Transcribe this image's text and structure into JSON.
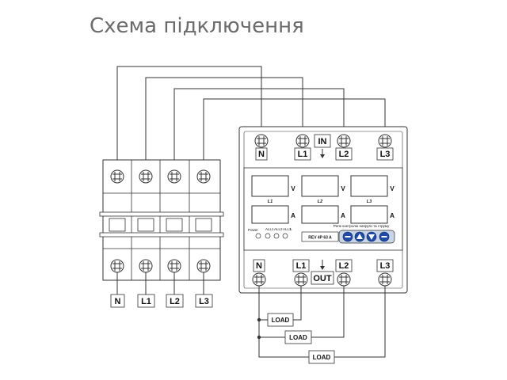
{
  "title": "Схема підключення",
  "breaker": {
    "terminals": [
      "N",
      "L1",
      "L2",
      "L3"
    ]
  },
  "relay": {
    "input_terminals": [
      "N",
      "L1",
      "L2",
      "L3"
    ],
    "output_terminals": [
      "N",
      "L1",
      "L2",
      "L3"
    ],
    "in_label": "IN",
    "out_label": "OUT",
    "display_sublabels": [
      "L1",
      "L2",
      "L3"
    ],
    "volt_unit": "V",
    "amp_unit": "A",
    "panel_caption": "Реле контролю напруги та струму",
    "model": "REV 4P 63 A",
    "led_labels": [
      "Power",
      "ALL1",
      "ALL2",
      "ALL3",
      "L"
    ]
  },
  "loads": [
    "LOAD",
    "LOAD",
    "LOAD"
  ]
}
